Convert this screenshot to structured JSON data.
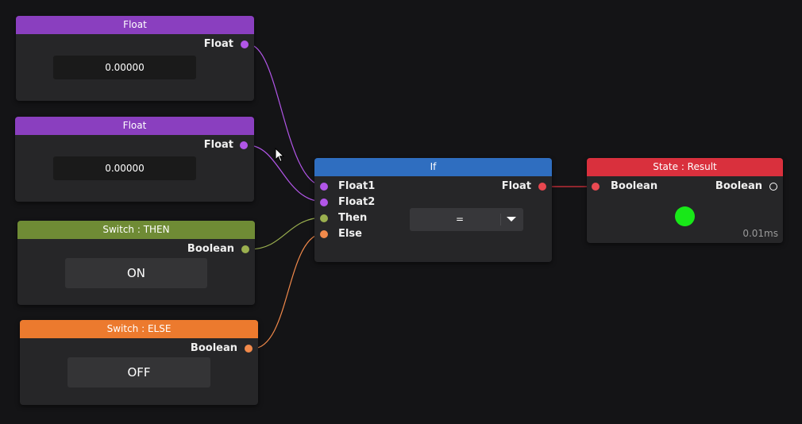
{
  "nodes": {
    "float1": {
      "title": "Float",
      "output_label": "Float",
      "value": "0.00000",
      "color": "#8a3fbf"
    },
    "float2": {
      "title": "Float",
      "output_label": "Float",
      "value": "0.00000",
      "color": "#8a3fbf"
    },
    "switch_then": {
      "title": "Switch : THEN",
      "output_label": "Boolean",
      "button_label": "ON",
      "color": "#6f8b35"
    },
    "switch_else": {
      "title": "Switch : ELSE",
      "output_label": "Boolean",
      "button_label": "OFF",
      "color": "#ec7a2e"
    },
    "if_node": {
      "title": "If",
      "color": "#2f6ec0",
      "inputs": [
        "Float1",
        "Float2",
        "Then",
        "Else"
      ],
      "output_label": "Float",
      "operator": "="
    },
    "state_result": {
      "title": "State : Result",
      "color": "#d9303d",
      "input_label": "Boolean",
      "output_label": "Boolean",
      "indicator_color": "#18e818",
      "timing": "0.01ms"
    }
  },
  "colors": {
    "canvas": "#141416",
    "float_port": "#b256e8",
    "then_port": "#9bb04f",
    "else_port": "#f28a4b",
    "if_out_port": "#e8474f",
    "state_in_port": "#ea4a52"
  }
}
